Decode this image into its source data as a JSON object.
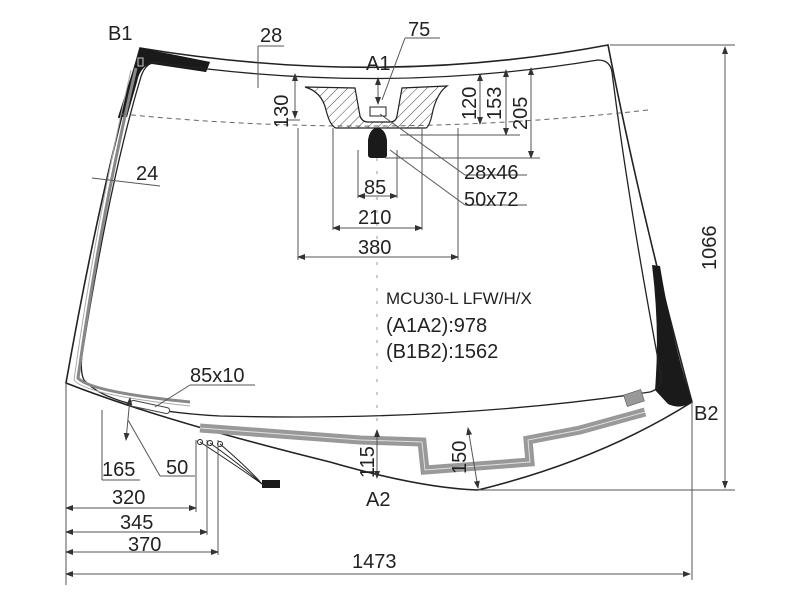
{
  "drawing": {
    "model_code": "MCU30-L LFW/H/X",
    "dim_a1a2": "(A1A2):978",
    "dim_b1b2": "(B1B2):1562",
    "points": {
      "b1": "B1",
      "b2": "B2",
      "a1": "A1",
      "a2": "A2"
    },
    "colors": {
      "line": "#222222",
      "thin": "#555555",
      "fill_black": "#1a1a1a",
      "heater_gray": "#999999",
      "bg": "#ffffff"
    }
  },
  "dimensions": {
    "top_band": "28",
    "sensor_offset": "75",
    "shade_height": "130",
    "mirror_120": "120",
    "mirror_153": "153",
    "mirror_205": "205",
    "sensor_small": "28x46",
    "sensor_large": "50x72",
    "width_85": "85",
    "width_210": "210",
    "width_380": "380",
    "side_band": "24",
    "wiper_heater": "85x10",
    "lower_165": "165",
    "lower_50": "50",
    "lower_115": "115",
    "lower_150": "150",
    "bottom_320": "320",
    "bottom_345": "345",
    "bottom_370": "370",
    "overall_width": "1473",
    "overall_height": "1066"
  }
}
